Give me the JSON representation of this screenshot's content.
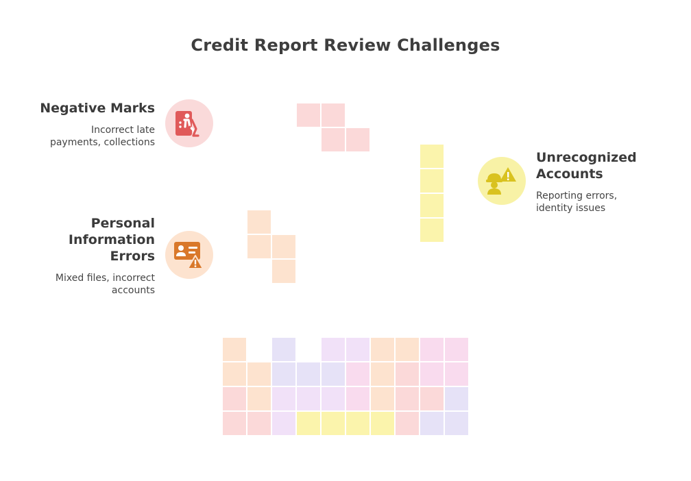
{
  "title": "Credit Report Review Challenges",
  "items": [
    {
      "key": "negative",
      "title": "Negative Marks",
      "desc_lines": [
        "Incorrect late",
        "payments, collections"
      ],
      "icon": "disabled-person-icon",
      "color": "#e05a5a",
      "bg": "#fadada"
    },
    {
      "key": "unrecognized",
      "title_lines": [
        "Unrecognized",
        "Accounts"
      ],
      "desc_lines": [
        "Reporting errors,",
        "identity issues"
      ],
      "icon": "worker-warning-icon",
      "color": "#d9c21f",
      "bg": "#f8f2a6"
    },
    {
      "key": "personal",
      "title_lines": [
        "Personal",
        "Information",
        "Errors"
      ],
      "desc_lines": [
        "Mixed files, incorrect",
        "accounts"
      ],
      "icon": "id-card-warning-icon",
      "color": "#d9782a",
      "bg": "#fde3cf"
    }
  ],
  "colors": {
    "pink": "#fbd9d9",
    "yellow": "#fbf4ac",
    "orange": "#fde3cf",
    "lavender": "#e6e2f7",
    "violet": "#f1e1f8",
    "rose": "#f9dbee"
  }
}
